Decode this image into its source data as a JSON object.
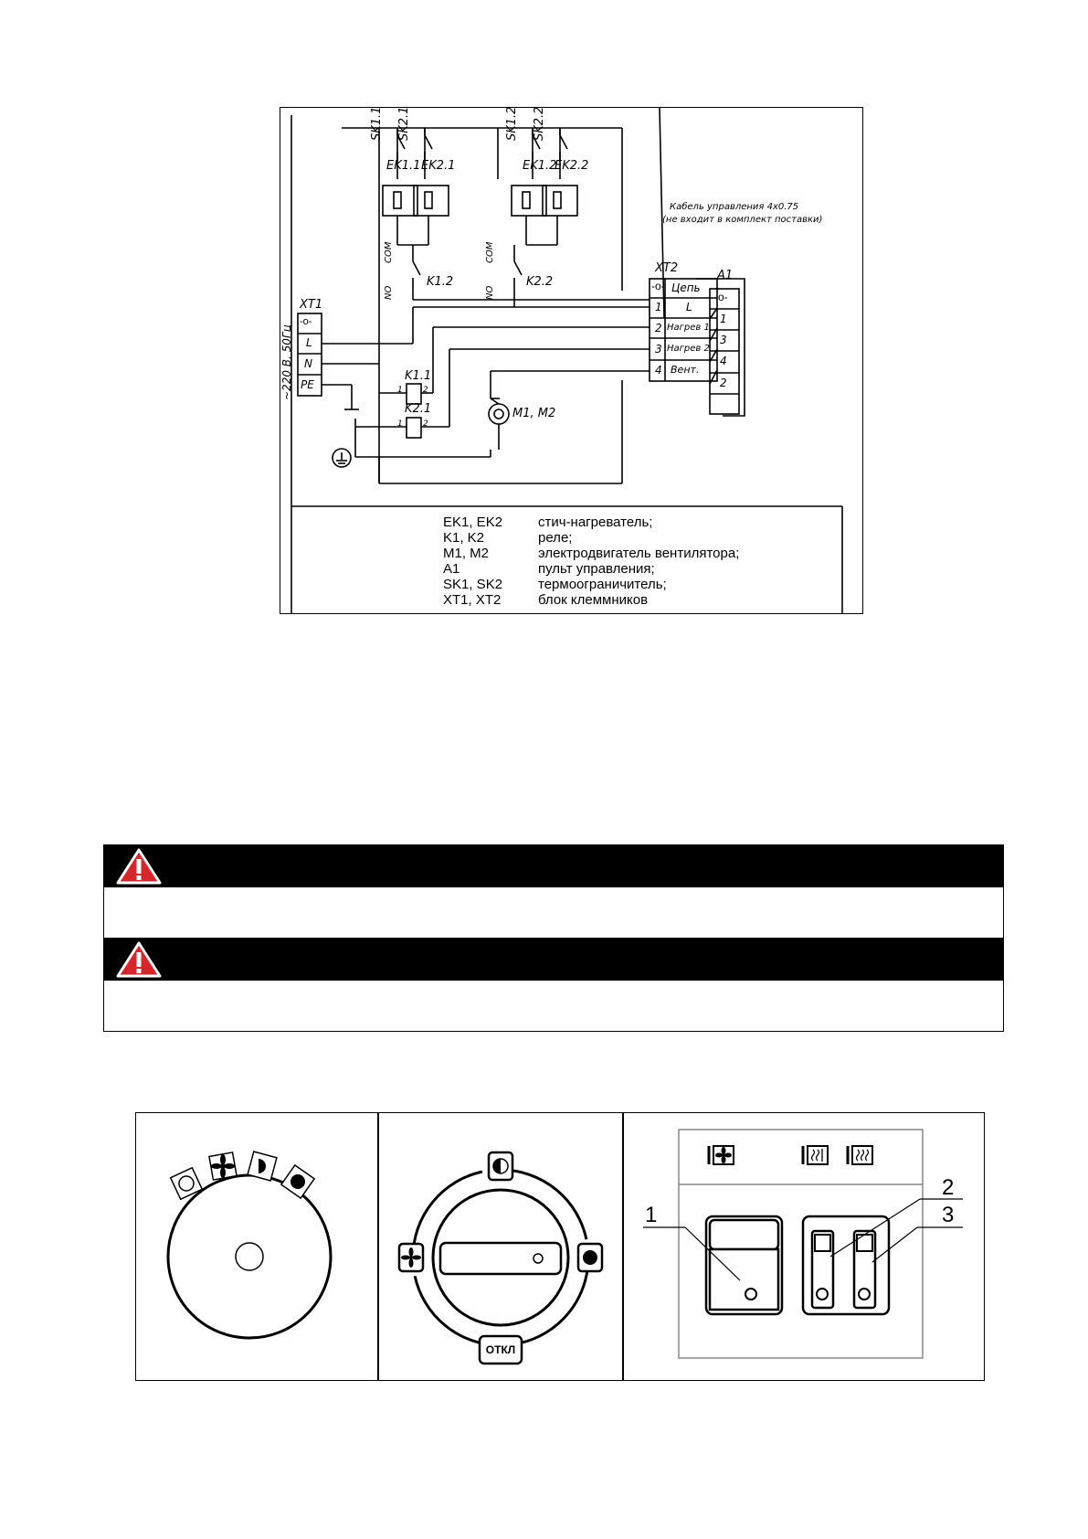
{
  "diagram": {
    "legend": [
      {
        "code": "EK1, EK2",
        "desc": "стич-нагреватель;"
      },
      {
        "code": "K1, K2",
        "desc": "реле;"
      },
      {
        "code": "M1, M2",
        "desc": "электродвигатель вентилятора;"
      },
      {
        "code": "A1",
        "desc": "пульт управления;"
      },
      {
        "code": "SK1, SK2",
        "desc": "термоограничитель;"
      },
      {
        "code": "XT1, XT2",
        "desc": "блок клеммников"
      }
    ],
    "labels": {
      "sk11": "SK1.1",
      "sk21": "SK2.1",
      "sk12": "SK1.2",
      "sk22": "SK2.2",
      "ek11": "EK1.1",
      "ek21": "EK2.1",
      "ek12": "EK1.2",
      "ek22": "EK2.2",
      "k12": "K1.2",
      "k22": "K2.2",
      "com": "COM",
      "no": "NO",
      "xt1": "XT1",
      "xt2": "XT2",
      "a1": "A1",
      "supply": "~220 В, 50Гц",
      "xt1_l": "L",
      "xt1_n": "N",
      "xt1_pe": "PE",
      "xt2_head": "Цепь",
      "xt2_n1": "1",
      "xt2_n2": "2",
      "xt2_n3": "3",
      "xt2_n4": "4",
      "xt2_l": "L",
      "xt2_h1": "Нагрев 1",
      "xt2_h2": "Нагрев 2",
      "xt2_v": "Вент.",
      "a1_1": "1",
      "a1_2": "3",
      "a1_3": "4",
      "a1_4": "2",
      "k11": "K1.1",
      "k21": "K2.1",
      "coil_a": "1",
      "coil_b": "2",
      "motor": "M1, M2",
      "cable_1": "Кабель управления 4х0.75",
      "cable_2": "(не входит в комплект поставки)"
    }
  },
  "warnings": [
    {
      "text": ""
    },
    {
      "text": ""
    }
  ],
  "panels": {
    "p3_label_1": "1",
    "p3_label_2": "2",
    "p3_label_3": "3",
    "p2_off_label": "ОТКЛ"
  },
  "colors": {
    "warning_red": "#d7262b",
    "bar": "#000000",
    "panel_gray": "#888888"
  }
}
